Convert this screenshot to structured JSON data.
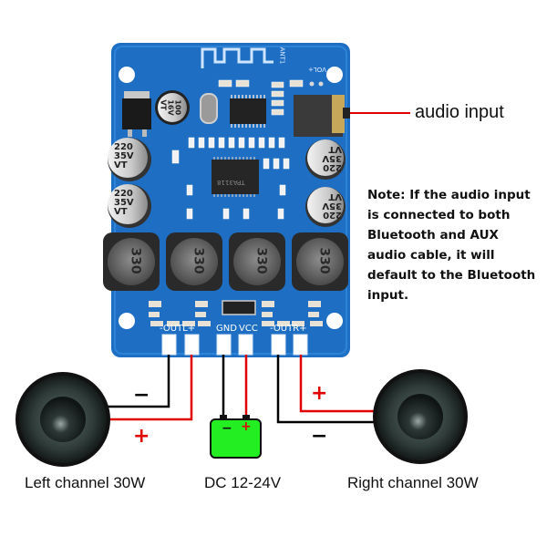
{
  "board": {
    "antenna_label": "ANT1",
    "volume_label": "VOL+",
    "chip_label": "TPA3118",
    "inductor_value": "330",
    "cap_small": {
      "value": "100",
      "voltage": "16V",
      "series": "VT"
    },
    "cap_large": {
      "value": "220",
      "voltage": "35V",
      "series": "VT"
    },
    "pins": {
      "out_left": "-OUTL+",
      "gnd": "GND",
      "vcc": "VCC",
      "out_right": "-OUTR+"
    }
  },
  "labels": {
    "audio_input": "audio input",
    "left_channel": "Left channel 30W",
    "power": "DC 12-24V",
    "right_channel": "Right channel 30W"
  },
  "note": "Note: If the audio input is connected to both Bluetooth and AUX audio cable, it will default to the Bluetooth input.",
  "polarity": {
    "minus": "−",
    "plus": "+"
  },
  "colors": {
    "pcb": "#1e6fc4",
    "pcb_dark": "#135aa8",
    "wire_positive": "#e00000",
    "wire_negative": "#000000",
    "battery": "#22ee22"
  }
}
